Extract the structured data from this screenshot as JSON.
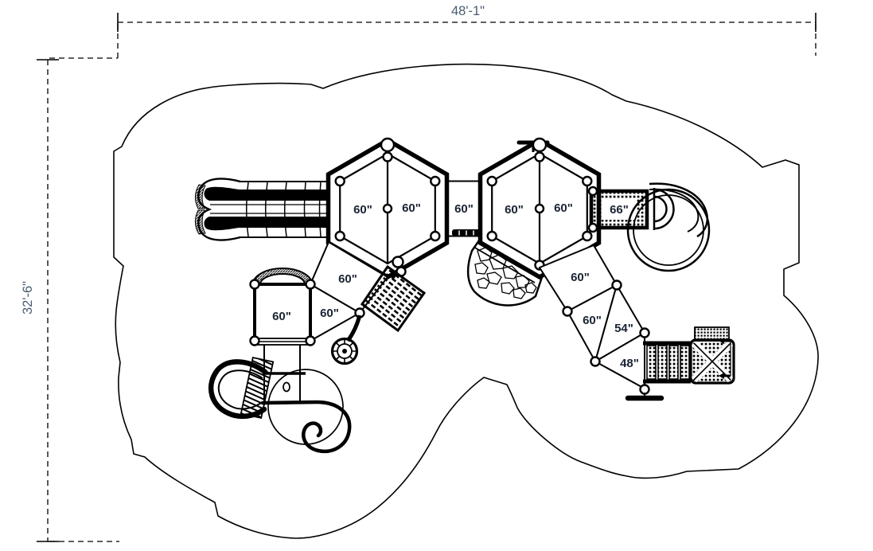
{
  "drawing": {
    "type_note": "playground-structure-plan-view"
  },
  "dimensions": {
    "width": "48'-1\"",
    "height": "32'-6\""
  },
  "decks": {
    "hex_left_west": "60\"",
    "hex_left_east": "60\"",
    "bridge": "60\"",
    "hex_right_west": "60\"",
    "hex_right_east": "60\"",
    "tower": "66\"",
    "ramp_upper_right": "60\"",
    "deck_mid_right": "60\"",
    "deck_54": "54\"",
    "deck_48": "48\"",
    "ramp_lower_left": "60\"",
    "deck_tri_left": "60\"",
    "square_deck": "60\""
  },
  "colors": {
    "line": "#000000",
    "label": "#1b2433",
    "dim": "#4a5c70",
    "bg": "#ffffff"
  }
}
